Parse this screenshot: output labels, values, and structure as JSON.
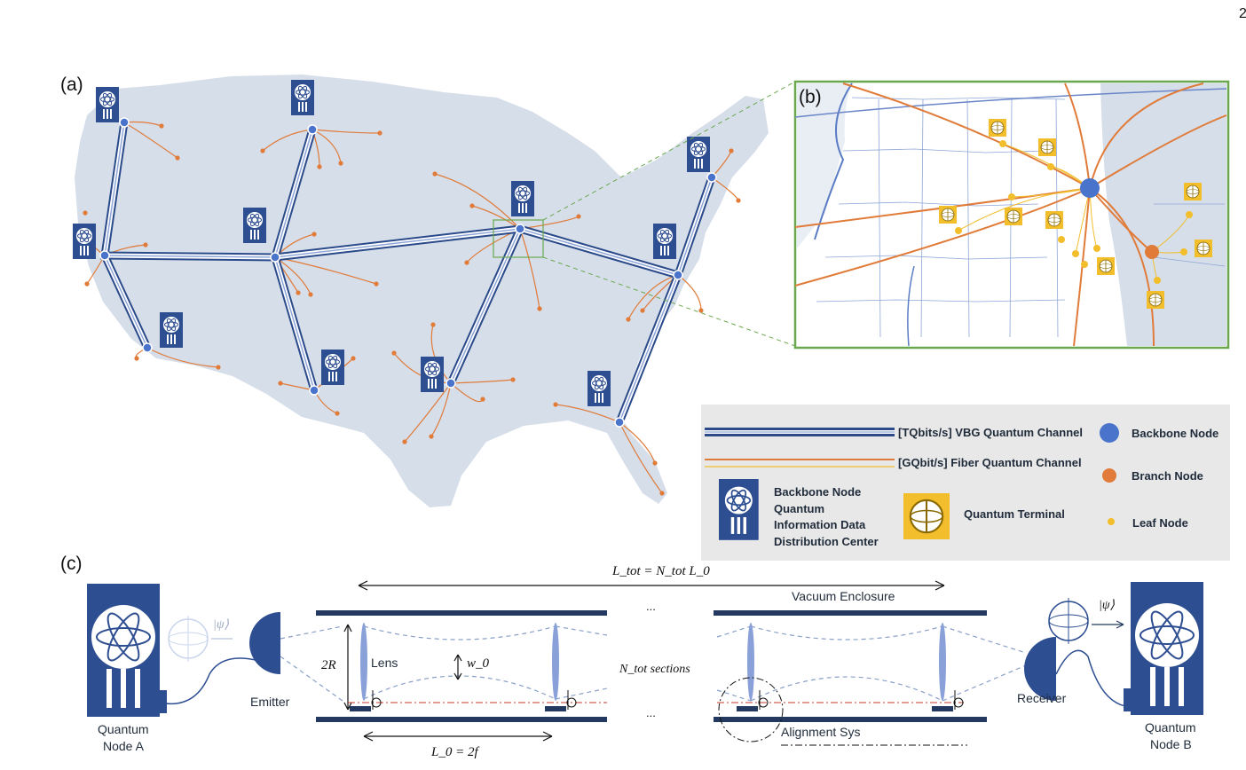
{
  "page_number": "2",
  "panels": {
    "a": "(a)",
    "b": "(b)",
    "c": "(c)"
  },
  "colors": {
    "land": "#d6deea",
    "backbone_node": "#4a73cc",
    "branch_node": "#e07b39",
    "leaf_node": "#f2be2c",
    "fiber_channel": "#e07b39",
    "vbg_channel": "#2a4a8a",
    "datacenter_icon": "#2e4e92",
    "terminal_icon": "#f2be2c",
    "inset_border": "#6aa84f",
    "legend_bg": "#e8e8e8"
  },
  "legend": {
    "vbg_channel": "[TQbits/s] VBG Quantum Channel",
    "fiber_channel": "[GQbit/s] Fiber Quantum Channel",
    "backbone_node": "Backbone Node",
    "branch_node": "Branch Node",
    "leaf_node": "Leaf Node",
    "datacenter_lines": [
      "Backbone Node",
      "Quantum",
      "Information Data",
      "Distribution Center"
    ],
    "terminal": "Quantum Terminal",
    "icons": {
      "datacenter": "atom-datacenter-icon",
      "terminal": "quantum-terminal-icon"
    }
  },
  "diagram_c": {
    "l_tot": "L_tot = N_tot L_0",
    "vacuum": "Vacuum Enclosure",
    "dots_top": "...",
    "dots_bottom": "...",
    "two_r": "2R",
    "lens": "Lens",
    "w0": "w_0",
    "sections": "N_tot sections",
    "l0": "L_0 = 2f",
    "alignment": "Alignment Sys",
    "emitter": "Emitter",
    "receiver": "Receiver",
    "psi_left": "|ψ⟩",
    "psi_right": "|ψ⟩",
    "node_a": [
      "Quantum",
      "Node A"
    ],
    "node_b": [
      "Quantum",
      "Node B"
    ]
  }
}
